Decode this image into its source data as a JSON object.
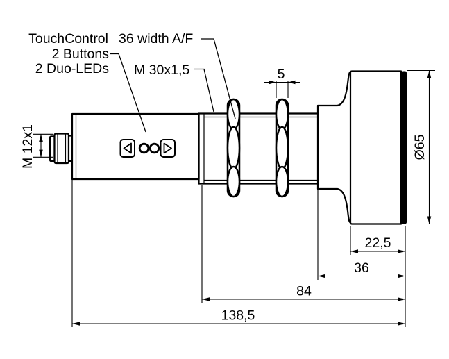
{
  "drawing": {
    "kind": "dimension-drawing",
    "colors": {
      "line": "#000000",
      "background": "#ffffff",
      "transducer_face": "#000000"
    },
    "callouts": {
      "touchcontrol": "TouchControl",
      "buttons": "2 Buttons",
      "duo_leds": "2 Duo-LEDs",
      "wrench_width": "36 width A/F",
      "mounting_thread": "M 30x1,5",
      "connector_thread": "M 12x1"
    },
    "dimensions": {
      "nut_width": "5",
      "head_diameter": "Ø65",
      "head_length": "22,5",
      "head_section": "36",
      "barrel_length": "84",
      "total_length": "138,5"
    }
  }
}
